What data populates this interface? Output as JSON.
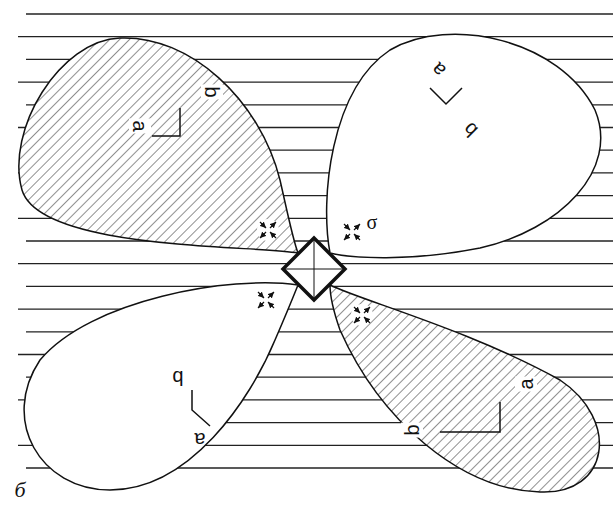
{
  "diagram": {
    "nodes": [
      {
        "text": [
          "a",
          "b"
        ]
      },
      {
        "text": [
          "a",
          "b"
        ]
      },
      {
        "text": [
          "b",
          "a"
        ]
      },
      {
        "text": [
          "b",
          "a"
        ]
      }
    ],
    "labels": [
      "σ",
      "б"
    ]
  }
}
